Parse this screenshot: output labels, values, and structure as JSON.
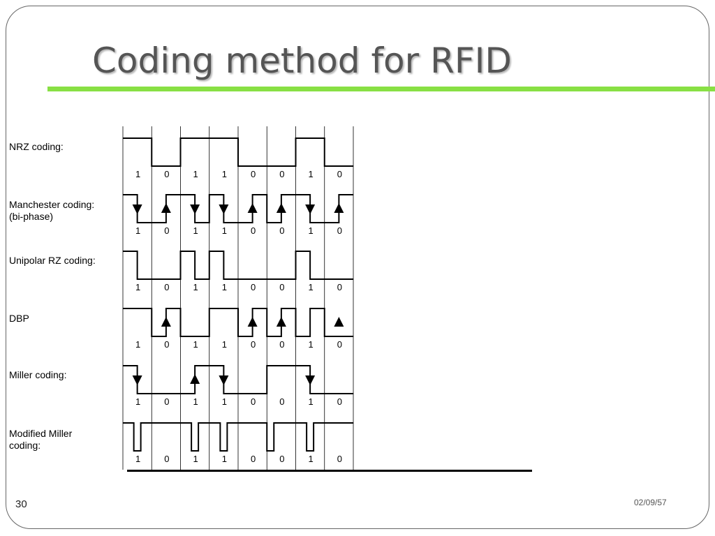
{
  "slide": {
    "title": "Coding method for RFID",
    "page_number": "30",
    "date": "02/09/57",
    "accent_color": "#88e044"
  },
  "diagram": {
    "bits": [
      "1",
      "0",
      "1",
      "1",
      "0",
      "0",
      "1",
      "0"
    ],
    "rows": [
      {
        "name": "nrz",
        "label_lines": [
          "NRZ coding:"
        ],
        "levels": [
          1,
          0,
          1,
          1,
          0,
          0,
          1,
          0
        ],
        "arrows": []
      },
      {
        "name": "manchester",
        "label_lines": [
          "Manchester coding:",
          "(bi-phase)"
        ],
        "levels": [
          1,
          0,
          0,
          1,
          1,
          0,
          1,
          0,
          0,
          1,
          0,
          1,
          1,
          0,
          0,
          1
        ],
        "arrows": [
          {
            "bit": 0,
            "dir": "down"
          },
          {
            "bit": 1,
            "dir": "up"
          },
          {
            "bit": 2,
            "dir": "down"
          },
          {
            "bit": 3,
            "dir": "down"
          },
          {
            "bit": 4,
            "dir": "up"
          },
          {
            "bit": 5,
            "dir": "up"
          },
          {
            "bit": 6,
            "dir": "down"
          },
          {
            "bit": 7,
            "dir": "up"
          }
        ]
      },
      {
        "name": "unipolar-rz",
        "label_lines": [
          "Unipolar RZ coding:"
        ],
        "levels": [
          1,
          0,
          0,
          0,
          1,
          0,
          1,
          0,
          0,
          0,
          0,
          0,
          1,
          0,
          0,
          0
        ],
        "arrows": []
      },
      {
        "name": "dbp",
        "label_lines": [
          "DBP"
        ],
        "levels": [
          1,
          1,
          0,
          1,
          0,
          0,
          1,
          1,
          0,
          1,
          0,
          1,
          0,
          1,
          0,
          0
        ],
        "arrows": [
          {
            "bit": 1,
            "dir": "up"
          },
          {
            "bit": 4,
            "dir": "up"
          },
          {
            "bit": 5,
            "dir": "up"
          },
          {
            "bit": 7,
            "dir": "up"
          }
        ]
      },
      {
        "name": "miller",
        "label_lines": [
          "Miller coding:"
        ],
        "levels": [
          1,
          0,
          0,
          0,
          0,
          1,
          1,
          0,
          0,
          0,
          1,
          1,
          1,
          0,
          0,
          0
        ],
        "arrows": [
          {
            "bit": 0,
            "dir": "down"
          },
          {
            "bit": 2,
            "dir": "up"
          },
          {
            "bit": 3,
            "dir": "down"
          },
          {
            "bit": 6,
            "dir": "down"
          }
        ]
      },
      {
        "name": "modified-miller",
        "label_lines": [
          "Modified Miller",
          "coding:"
        ],
        "arrows": []
      }
    ]
  }
}
